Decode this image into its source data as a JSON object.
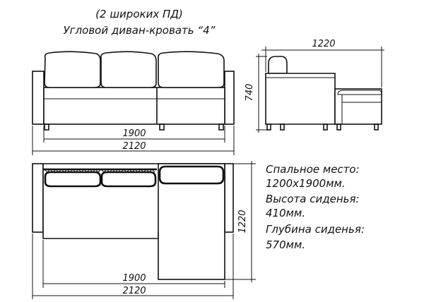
{
  "title": {
    "line1": "(2 широких ПД)",
    "line2": "Угловой диван-кровать “4”"
  },
  "front_view": {
    "dim_inner": "1900",
    "dim_outer": "2120"
  },
  "side_view": {
    "dim_width": "1220",
    "dim_height": "740"
  },
  "top_view": {
    "dim_inner": "1900",
    "dim_outer": "2120",
    "dim_depth": "1220"
  },
  "specs": {
    "sleeping_label": "Спальное место:",
    "sleeping_value": "1200х1900мм.",
    "seat_height_label": "Высота сиденья:",
    "seat_height_value": "410мм.",
    "seat_depth_label": "Глубина сиденья:",
    "seat_depth_value": "570мм."
  }
}
